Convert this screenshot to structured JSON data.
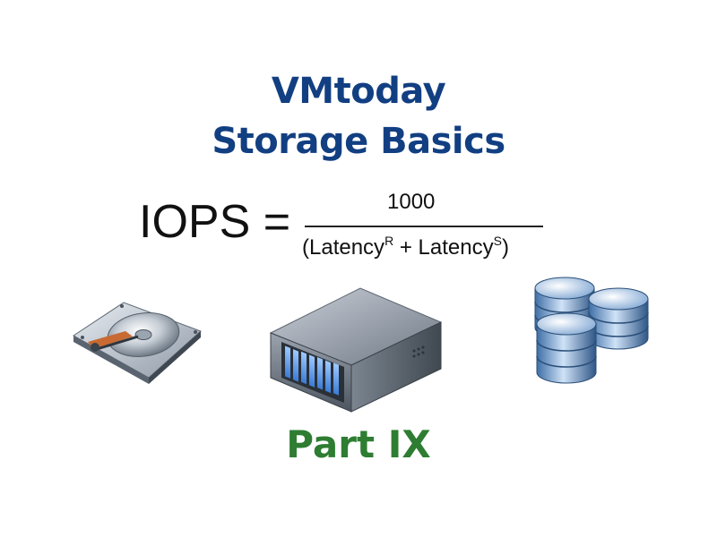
{
  "title": {
    "line1": "VMtoday",
    "line2": "Storage Basics"
  },
  "formula": {
    "lhs": "IOPS =",
    "numerator": "1000",
    "denominator": {
      "open": "(Latency",
      "sup_r": "R",
      "middle": " + Latency",
      "sup_s": "S",
      "close": ")"
    }
  },
  "icons": {
    "left": "hard-drive-icon",
    "center": "storage-array-icon",
    "right": "database-icon"
  },
  "subtitle": "Part IX",
  "colors": {
    "title": "#123f82",
    "subtitle": "#2e7d32",
    "text": "#111111"
  }
}
